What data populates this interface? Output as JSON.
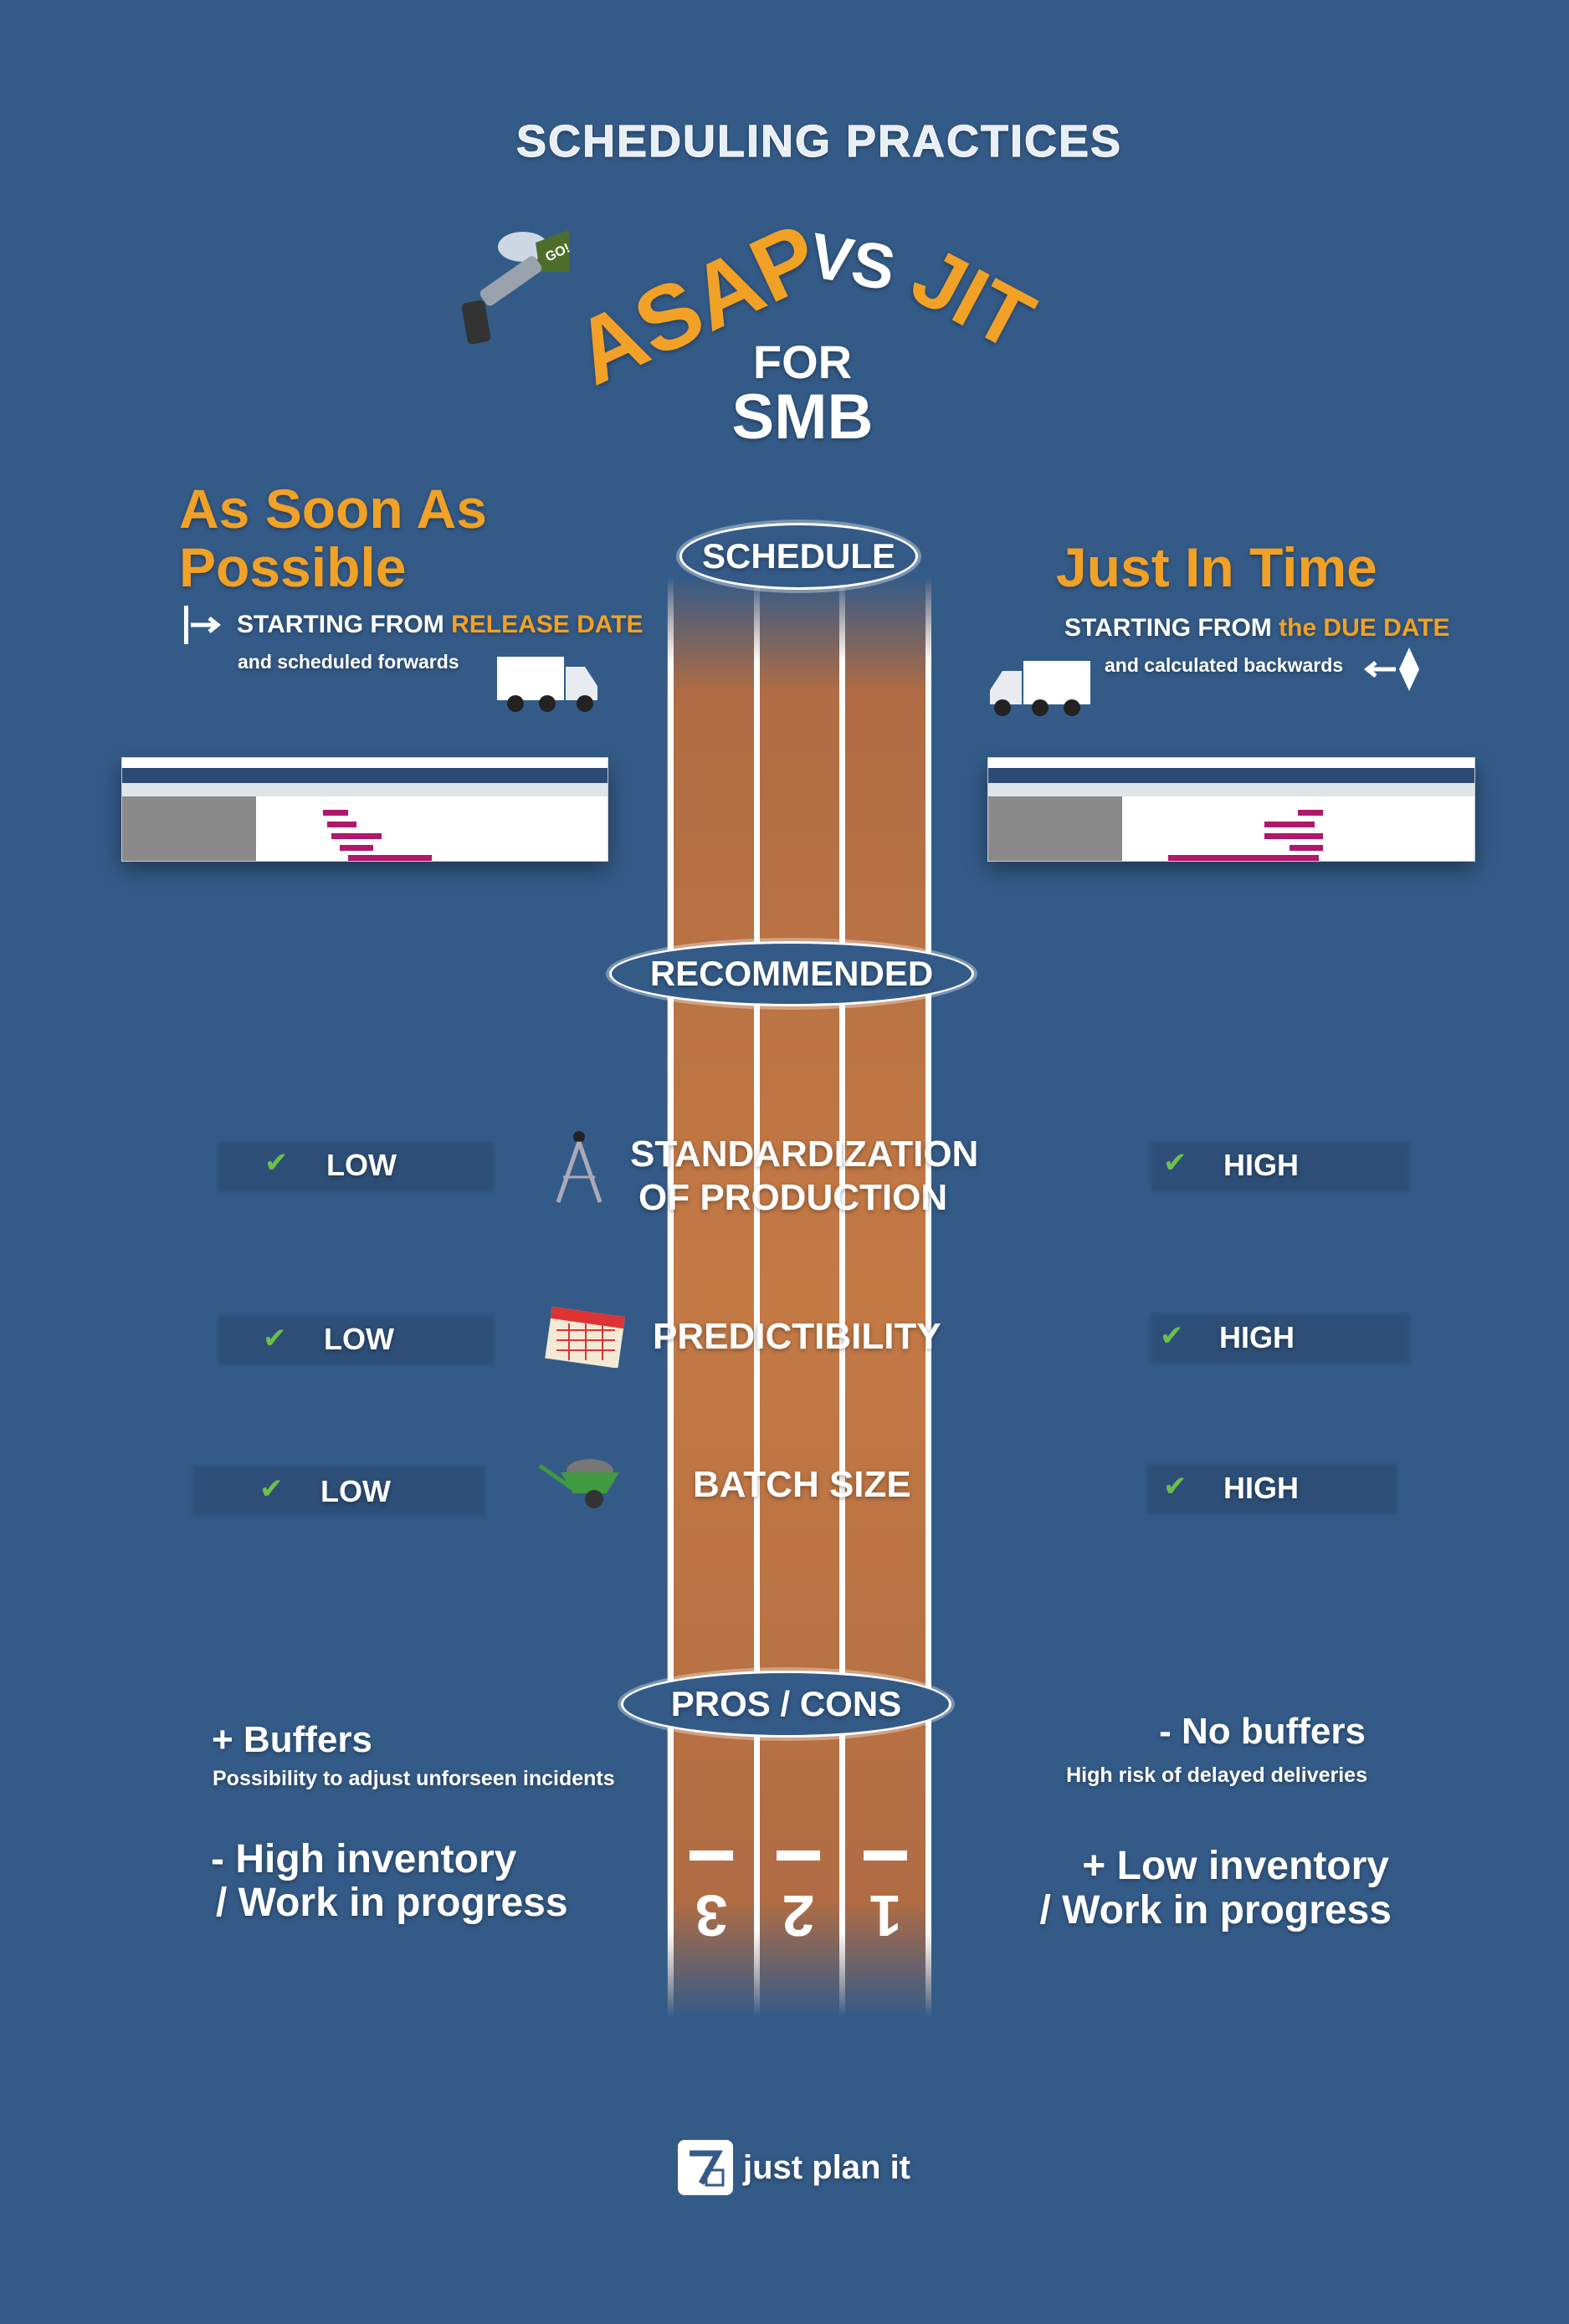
{
  "title": "SCHEDULING PRACTICES",
  "headline": {
    "asap": "ASAP",
    "vs": "VS",
    "jit": "JIT",
    "for": "FOR",
    "smb": "SMB",
    "flag_text": "GO!"
  },
  "left": {
    "title_line1": "As Soon As",
    "title_line2": "Possible",
    "start_prefix": "STARTING FROM ",
    "start_highlight": "RELEASE DATE",
    "sub": "and scheduled forwards"
  },
  "right": {
    "title": "Just In Time",
    "start_prefix": "STARTING FROM ",
    "start_highlight": "the DUE DATE",
    "sub": "and calculated backwards"
  },
  "labels": {
    "schedule": "SCHEDULE",
    "recommended": "RECOMMENDED",
    "pros_cons": "PROS / CONS"
  },
  "criteria": [
    {
      "line1": "STANDARDIZATION",
      "line2": "OF PRODUCTION",
      "icon": "compass-icon",
      "asap": "LOW",
      "jit": "HIGH"
    },
    {
      "line1": "PREDICTIBILITY",
      "line2": "",
      "icon": "calendar-icon",
      "asap": "LOW",
      "jit": "HIGH"
    },
    {
      "line1": "BATCH SIZE",
      "line2": "",
      "icon": "wheelbarrow-icon",
      "asap": "LOW",
      "jit": "HIGH"
    }
  ],
  "pros_cons": {
    "asap": {
      "pro": "+ Buffers",
      "pro_sub": "Possibility to adjust unforseen incidents",
      "con1": "- High inventory",
      "con2": "/ Work in progress"
    },
    "jit": {
      "con": "- No buffers",
      "con_sub": "High risk of delayed deliveries",
      "pro1": "+ Low inventory",
      "pro2": "/ Work in progress"
    }
  },
  "lanes": [
    "3",
    "2",
    "1"
  ],
  "logo": {
    "text": "just plan it"
  },
  "colors": {
    "background": "#345b88",
    "accent": "#f1a126",
    "check": "#6cc04a",
    "track": "#c47a45"
  }
}
